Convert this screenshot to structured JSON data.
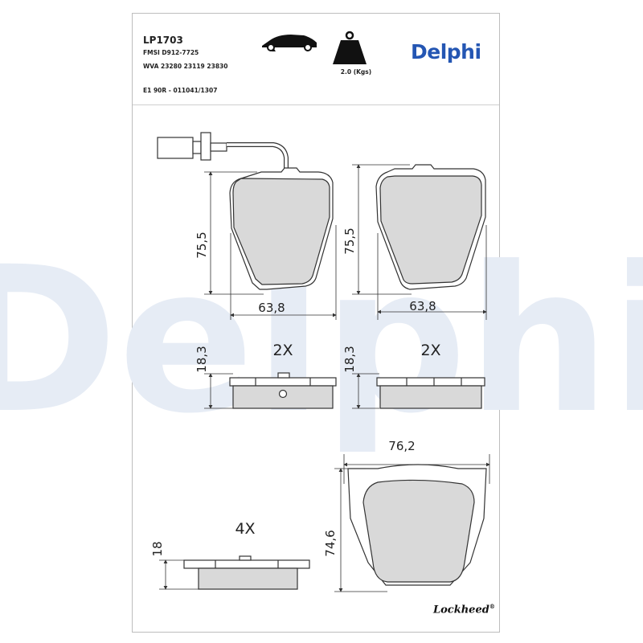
{
  "header": {
    "part_number": "LP1703",
    "fmsi": "FMSI D912-7725",
    "wva": "WVA 23280 23119 23830",
    "approval": "E1 90R - 011041/1307",
    "weight": "2.0 (Kgs)",
    "brand": "Delphi",
    "position_icon": "car-front-axle-icon",
    "weight_icon": "weight-icon"
  },
  "watermark": {
    "text": "Delphi",
    "color": "#e6ecf5"
  },
  "colors": {
    "pad_fill": "#d9d9d9",
    "line": "#333333",
    "brand": "#2456b3"
  },
  "drawings": {
    "pad_left": {
      "height": "75,5",
      "width": "63,8"
    },
    "pad_right": {
      "height": "75,5",
      "width": "63,8"
    },
    "side_left": {
      "thickness": "18,3",
      "quantity": "2X"
    },
    "side_right": {
      "thickness": "18,3",
      "quantity": "2X"
    },
    "pad_bottom": {
      "width": "76,2",
      "height": "74,6"
    },
    "side_bottom": {
      "thickness": "18",
      "quantity": "4X"
    }
  },
  "footer": {
    "brand": "Lockheed",
    "registered": "®"
  }
}
